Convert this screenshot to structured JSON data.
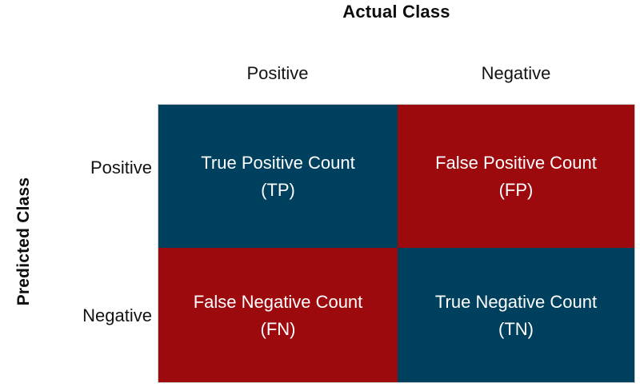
{
  "diagram": {
    "title": "Actual Class",
    "row_axis_title": "Predicted Class",
    "column_headers": [
      "Positive",
      "Negative"
    ],
    "row_headers": [
      "Positive",
      "Negative"
    ],
    "colors": {
      "correct": "#00405f",
      "incorrect": "#9d0a0e",
      "cell_text": "#ffffff",
      "label_text": "#131313",
      "background": "#ffffff",
      "border": "#c9c9c9"
    },
    "cells": [
      {
        "row": "Positive",
        "column": "Positive",
        "line1": "True Positive Count",
        "line2": "(TP)",
        "abbreviation": "TP",
        "kind": "correct"
      },
      {
        "row": "Positive",
        "column": "Negative",
        "line1": "False Positive Count",
        "line2": "(FP)",
        "abbreviation": "FP",
        "kind": "incorrect"
      },
      {
        "row": "Negative",
        "column": "Positive",
        "line1": "False Negative Count",
        "line2": "(FN)",
        "abbreviation": "FN",
        "kind": "incorrect"
      },
      {
        "row": "Negative",
        "column": "Negative",
        "line1": "True Negative Count",
        "line2": "(TN)",
        "abbreviation": "TN",
        "kind": "correct"
      }
    ]
  }
}
